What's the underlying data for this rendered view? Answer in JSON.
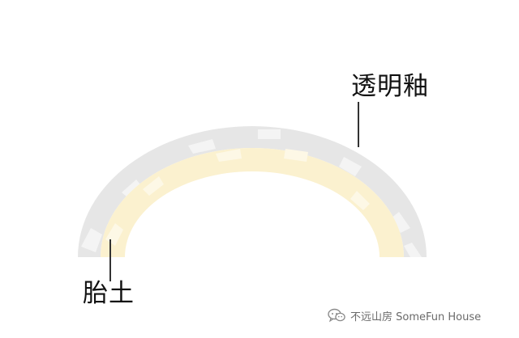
{
  "labels": {
    "glaze": "透明釉",
    "body": "胎土"
  },
  "watermark": {
    "text": "不远山房 SomeFun House",
    "icon": "wechat-icon"
  },
  "colors": {
    "glaze_layer": "#e6e6e6",
    "glaze_highlight": "#f4f4f4",
    "body_layer": "#fbf1cf",
    "body_highlight": "#fdf8e6",
    "leader_line": "#333333",
    "label_text": "#111111",
    "watermark_text": "#6a6a6a"
  }
}
